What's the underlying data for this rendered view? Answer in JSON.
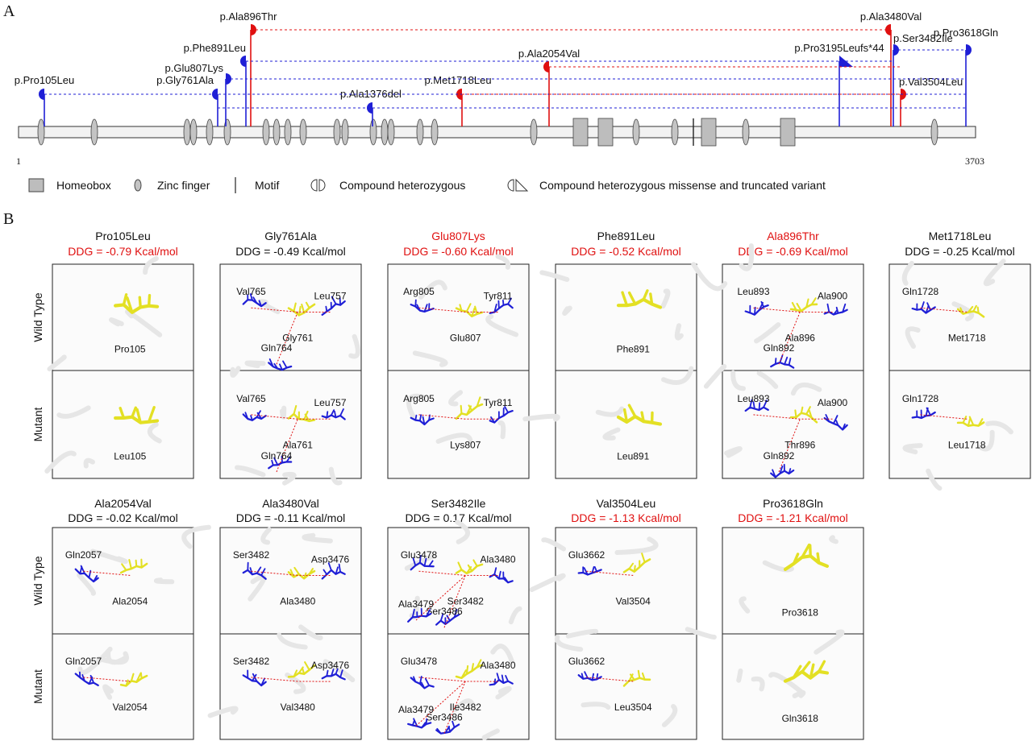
{
  "panel_a": {
    "letter": "A",
    "protein_start": "1",
    "protein_end": "3703",
    "variants": [
      {
        "label": "p.Pro105Leu",
        "color": "#1f1fd6",
        "pos": 55
      },
      {
        "label": "p.Gly761Ala",
        "color": "#1f1fd6",
        "pos": 270
      },
      {
        "label": "p.Glu807Lys",
        "color": "#1f1fd6",
        "pos": 280
      },
      {
        "label": "p.Phe891Leu",
        "color": "#1f1fd6",
        "pos": 305
      },
      {
        "label": "p.Ala896Thr",
        "color": "#e01010",
        "pos": 311
      },
      {
        "label": "p.Ala1376del",
        "color": "#1f1fd6",
        "pos": 462
      },
      {
        "label": "p.Met1718Leu",
        "color": "#e01010",
        "pos": 573
      },
      {
        "label": "p.Ala2054Val",
        "color": "#e01010",
        "pos": 681
      },
      {
        "label": "p.Pro3195Leufs*44",
        "color": "#1f1fd6",
        "pos": 1041
      },
      {
        "label": "p.Ala3480Val",
        "color": "#e01010",
        "pos": 1105
      },
      {
        "label": "p.Ser3482Ile",
        "color": "#1f1fd6",
        "pos": 1108
      },
      {
        "label": "p.Val3504Leu",
        "color": "#e01010",
        "pos": 1117
      },
      {
        "label": "p.Pro3618Gln",
        "color": "#1f1fd6",
        "pos": 1198
      }
    ],
    "legend": {
      "homeobox": "Homeobox",
      "zinc_finger": "Zinc finger",
      "motif": "Motif",
      "compound_het": "Compound heterozygous",
      "compound_het_trunc": "Compound heterozygous missense and truncated variant"
    }
  },
  "panel_b": {
    "letter": "B",
    "row_labels": {
      "wild_type": "Wild Type",
      "mutant": "Mutant"
    },
    "panels": [
      {
        "title": "Pro105Leu",
        "ddg": "DDG = -0.79 Kcal/mol",
        "title_red": false,
        "ddg_red": true,
        "wt": {
          "res": "Pro105",
          "near": []
        },
        "mut": {
          "res": "Leu105",
          "near": []
        }
      },
      {
        "title": "Gly761Ala",
        "ddg": "DDG = -0.49 Kcal/mol",
        "title_red": false,
        "ddg_red": false,
        "wt": {
          "res": "Gly761",
          "near": [
            "Val765",
            "Leu757",
            "Gln764"
          ]
        },
        "mut": {
          "res": "Ala761",
          "near": [
            "Val765",
            "Leu757",
            "Gln764"
          ]
        }
      },
      {
        "title": "Glu807Lys",
        "ddg": "DDG = -0.60 Kcal/mol",
        "title_red": true,
        "ddg_red": true,
        "wt": {
          "res": "Glu807",
          "near": [
            "Arg805",
            "Tyr811"
          ]
        },
        "mut": {
          "res": "Lys807",
          "near": [
            "Arg805",
            "Tyr811"
          ]
        }
      },
      {
        "title": "Phe891Leu",
        "ddg": "DDG = -0.52 Kcal/mol",
        "title_red": false,
        "ddg_red": true,
        "wt": {
          "res": "Phe891",
          "near": []
        },
        "mut": {
          "res": "Leu891",
          "near": []
        }
      },
      {
        "title": "Ala896Thr",
        "ddg": "DDG = -0.69 Kcal/mol",
        "title_red": true,
        "ddg_red": true,
        "wt": {
          "res": "Ala896",
          "near": [
            "Leu893",
            "Ala900",
            "Gln892"
          ]
        },
        "mut": {
          "res": "Thr896",
          "near": [
            "Leu893",
            "Ala900",
            "Gln892"
          ]
        }
      },
      {
        "title": "Met1718Leu",
        "ddg": "DDG = -0.25 Kcal/mol",
        "title_red": false,
        "ddg_red": false,
        "wt": {
          "res": "Met1718",
          "near": [
            "Gln1728"
          ]
        },
        "mut": {
          "res": "Leu1718",
          "near": [
            "Gln1728"
          ]
        }
      },
      {
        "title": "Ala2054Val",
        "ddg": "DDG = -0.02 Kcal/mol",
        "title_red": false,
        "ddg_red": false,
        "wt": {
          "res": "Ala2054",
          "near": [
            "Gln2057"
          ]
        },
        "mut": {
          "res": "Val2054",
          "near": [
            "Gln2057"
          ]
        }
      },
      {
        "title": "Ala3480Val",
        "ddg": "DDG = -0.11 Kcal/mol",
        "title_red": false,
        "ddg_red": false,
        "wt": {
          "res": "Ala3480",
          "near": [
            "Ser3482",
            "Asp3476"
          ]
        },
        "mut": {
          "res": "Val3480",
          "near": [
            "Ser3482",
            "Asp3476"
          ]
        }
      },
      {
        "title": "Ser3482Ile",
        "ddg": "DDG = 0.17 Kcal/mol",
        "title_red": false,
        "ddg_red": false,
        "wt": {
          "res": "Ser3482",
          "near": [
            "Glu3478",
            "Ala3480",
            "Ser3486",
            "Ala3479"
          ]
        },
        "mut": {
          "res": "Ile3482",
          "near": [
            "Glu3478",
            "Ala3480",
            "Ser3486",
            "Ala3479"
          ]
        }
      },
      {
        "title": "Val3504Leu",
        "ddg": "DDG = -1.13 Kcal/mol",
        "title_red": false,
        "ddg_red": true,
        "wt": {
          "res": "Val3504",
          "near": [
            "Glu3662"
          ]
        },
        "mut": {
          "res": "Leu3504",
          "near": [
            "Glu3662"
          ]
        }
      },
      {
        "title": "Pro3618Gln",
        "ddg": "DDG = -1.21 Kcal/mol",
        "title_red": false,
        "ddg_red": true,
        "wt": {
          "res": "Pro3618",
          "near": []
        },
        "mut": {
          "res": "Gln3618",
          "near": []
        }
      }
    ]
  },
  "colors": {
    "red": "#e01010",
    "blue": "#1f1fd6",
    "yellow": "#e3e024",
    "bar_fill": "#f2f2f2",
    "homeobox": "#bdbdbd",
    "zinc": "#c4c4c4"
  }
}
